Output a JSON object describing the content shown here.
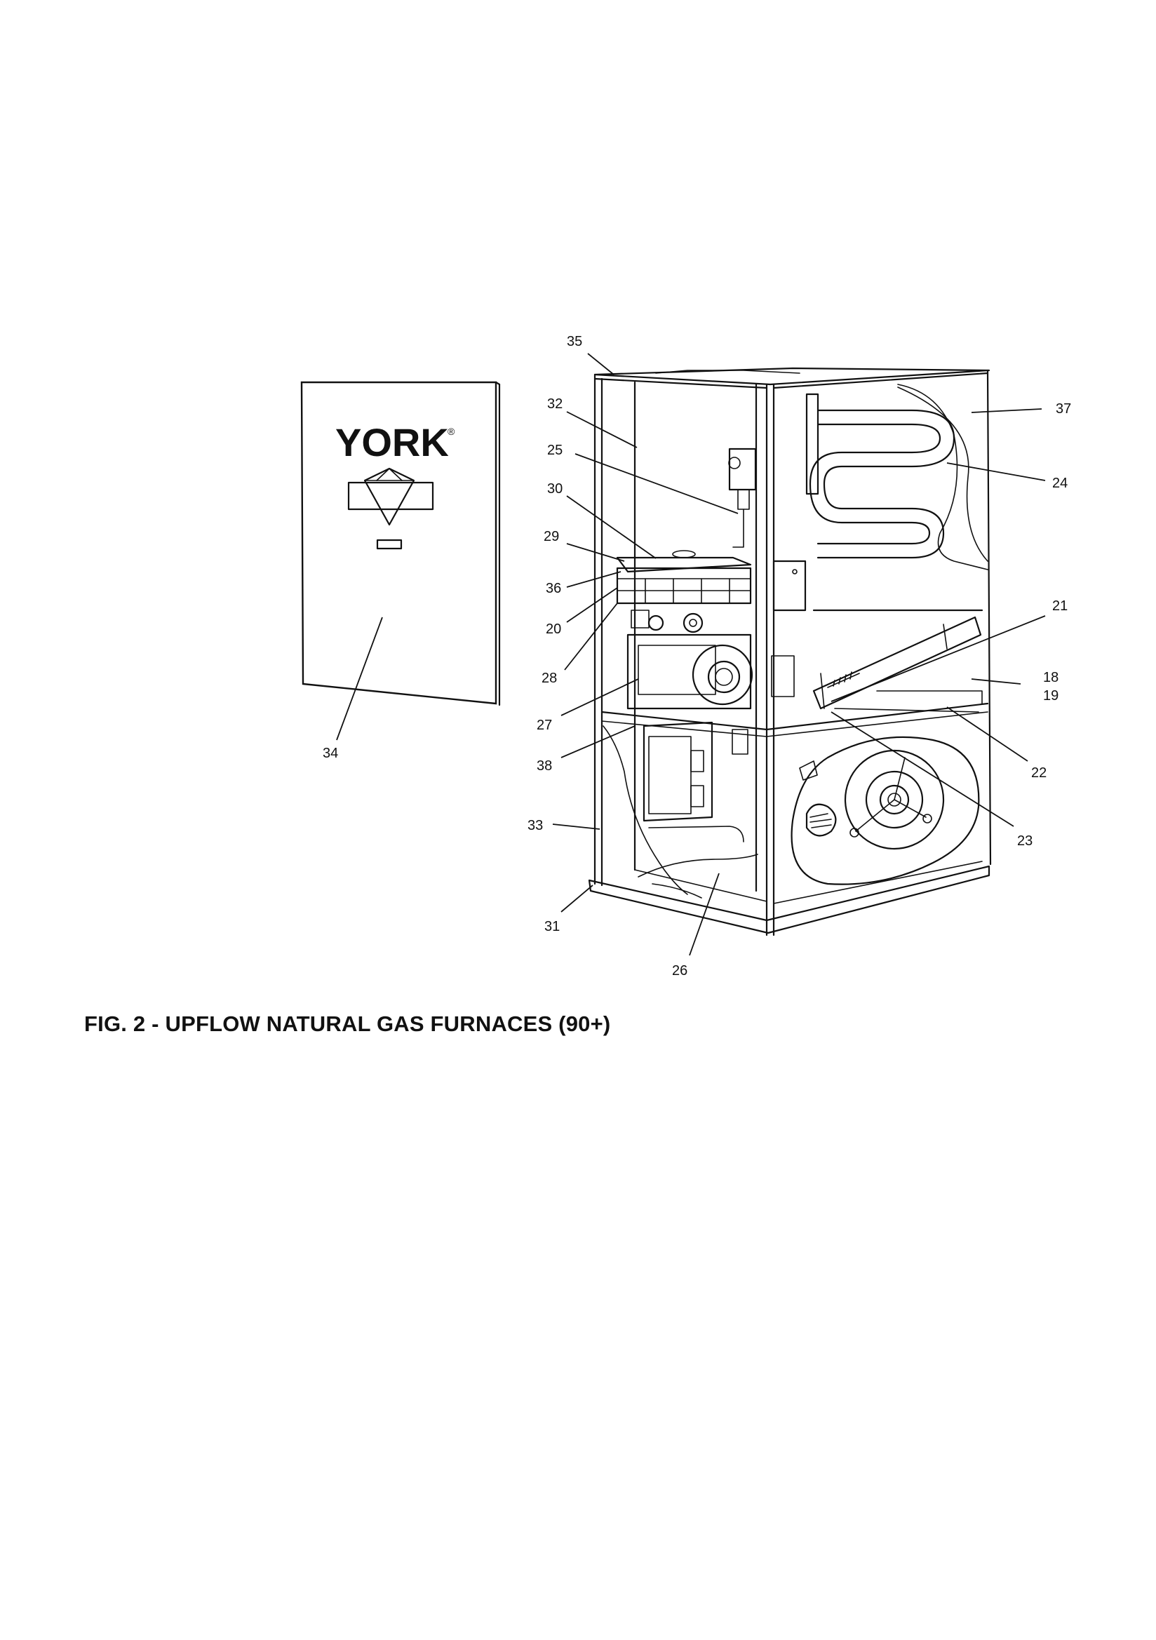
{
  "caption": "FIG. 2 - UPFLOW NATURAL GAS FURNACES (90+)",
  "door_panel": {
    "brand": "YORK",
    "brand_mark": "®"
  },
  "callouts": {
    "c35": "35",
    "c32": "32",
    "c25": "25",
    "c30": "30",
    "c29": "29",
    "c36": "36",
    "c20": "20",
    "c28": "28",
    "c27": "27",
    "c38": "38",
    "c33": "33",
    "c31": "31",
    "c26": "26",
    "c34": "34",
    "c37": "37",
    "c24": "24",
    "c21": "21",
    "c18": "18",
    "c19": "19",
    "c22": "22",
    "c23": "23"
  }
}
